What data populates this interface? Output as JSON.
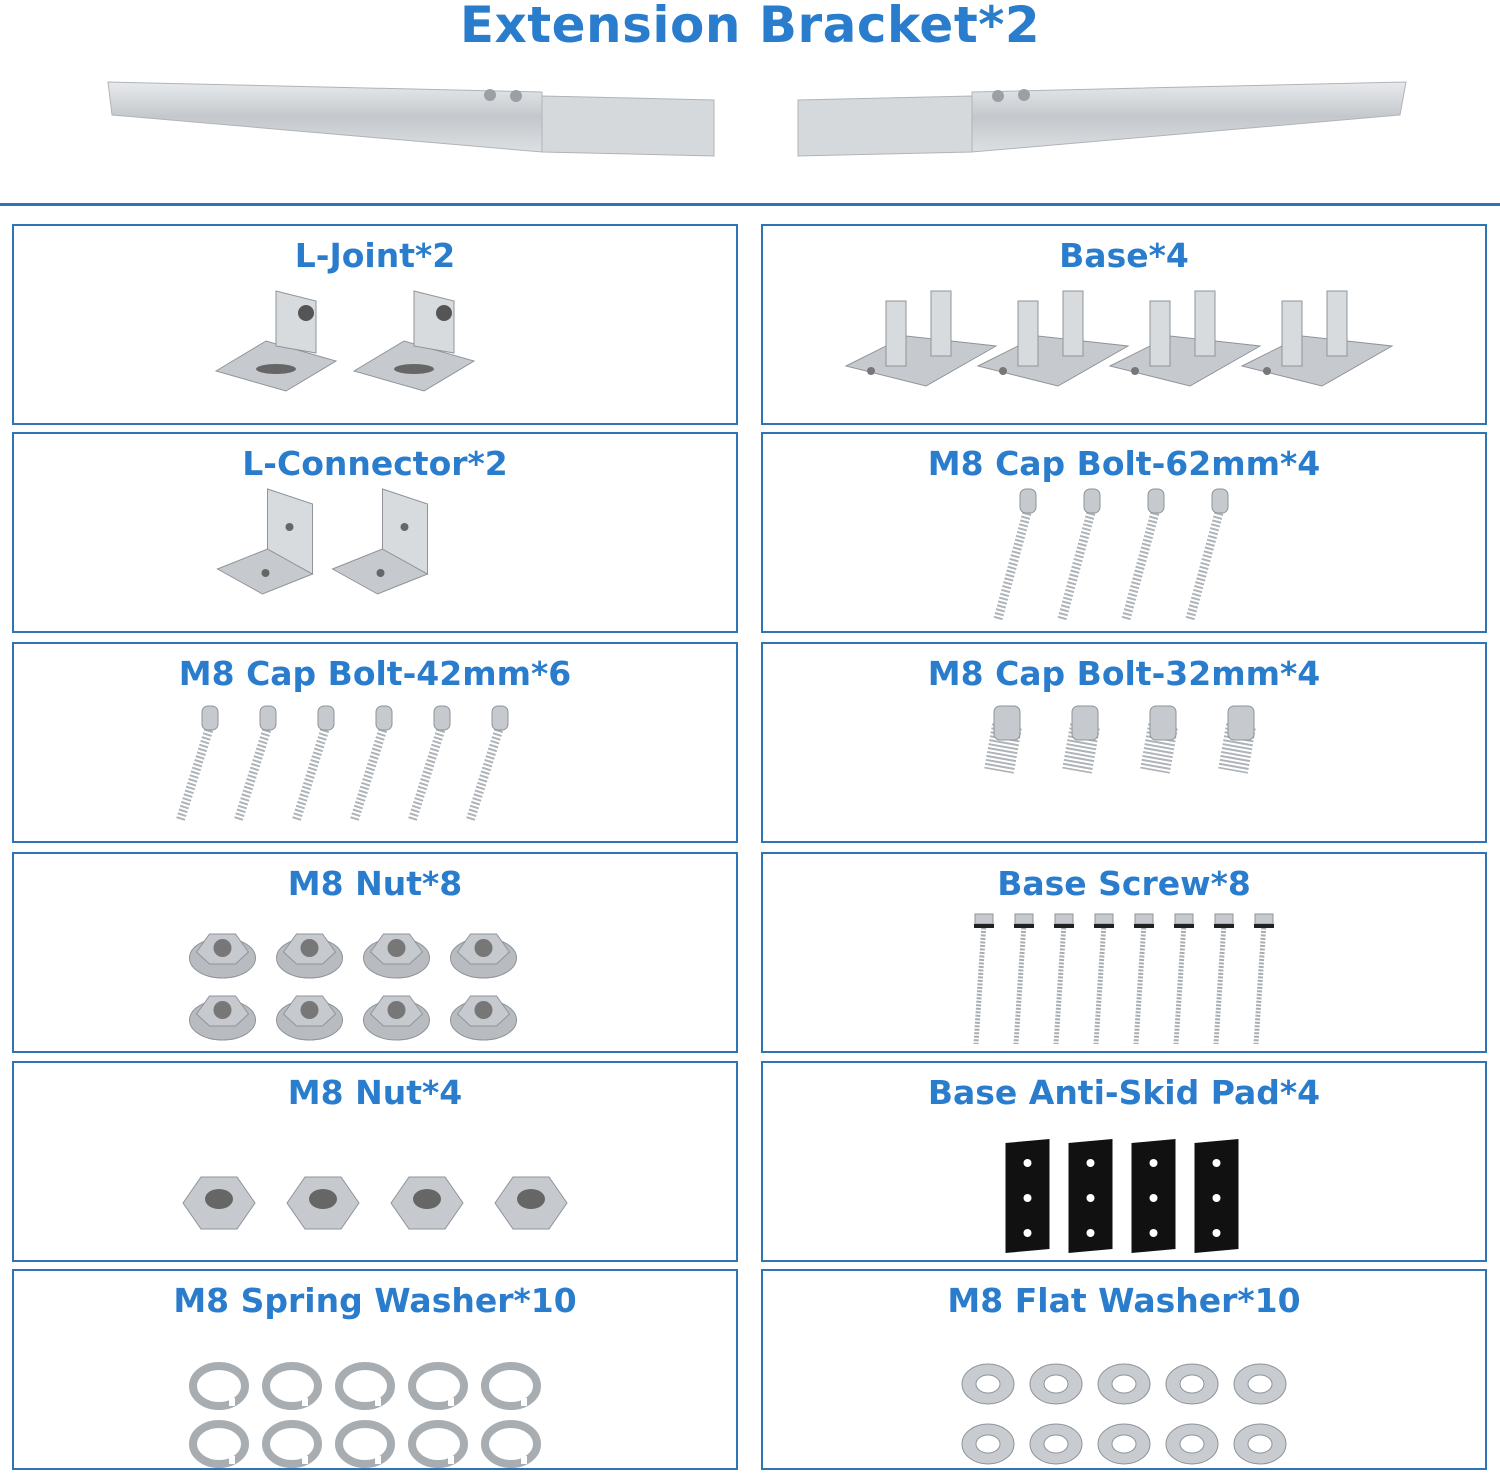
{
  "header": {
    "title": "Extension Bracket*2",
    "bracket_count": 2
  },
  "colors": {
    "accent": "#2a7ccc",
    "border": "#2e75b6",
    "metal": "#c8ccd0",
    "pad": "#111111"
  },
  "cells": [
    {
      "label": "L-Joint*2",
      "icon": "l-joint",
      "count": 2
    },
    {
      "label": "Base*4",
      "icon": "base",
      "count": 4
    },
    {
      "label": "L-Connector*2",
      "icon": "l-connector",
      "count": 2
    },
    {
      "label": "M8 Cap Bolt-62mm*4",
      "icon": "bolt-long",
      "count": 4
    },
    {
      "label": "M8 Cap Bolt-42mm*6",
      "icon": "bolt-medium",
      "count": 6
    },
    {
      "label": "M8 Cap Bolt-32mm*4",
      "icon": "bolt-short",
      "count": 4
    },
    {
      "label": "M8 Nut*8",
      "icon": "flange-nut",
      "count": 8
    },
    {
      "label": "Base Screw*8",
      "icon": "screw",
      "count": 8
    },
    {
      "label": "M8 Nut*4",
      "icon": "hex-nut",
      "count": 4
    },
    {
      "label": "Base Anti-Skid Pad*4",
      "icon": "pad",
      "count": 4
    },
    {
      "label": "M8 Spring Washer*10",
      "icon": "spring-washer",
      "count": 10
    },
    {
      "label": "M8 Flat Washer*10",
      "icon": "flat-washer",
      "count": 10
    }
  ]
}
